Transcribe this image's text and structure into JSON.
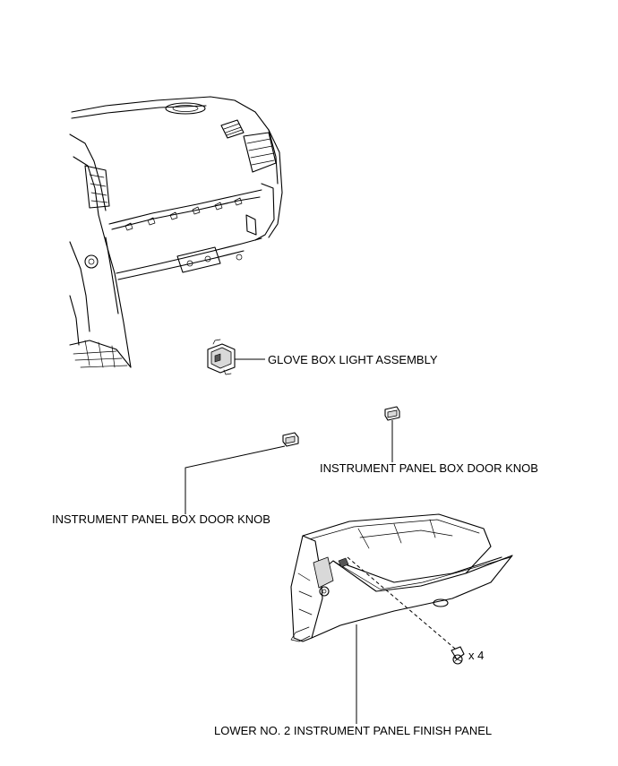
{
  "callouts": {
    "glove_box_light": "GLOVE BOX LIGHT ASSEMBLY",
    "door_knob_right": "INSTRUMENT PANEL BOX DOOR KNOB",
    "door_knob_left": "INSTRUMENT PANEL BOX DOOR KNOB",
    "finish_panel": "LOWER NO. 2 INSTRUMENT PANEL FINISH PANEL",
    "screw_quantity": "x 4"
  }
}
